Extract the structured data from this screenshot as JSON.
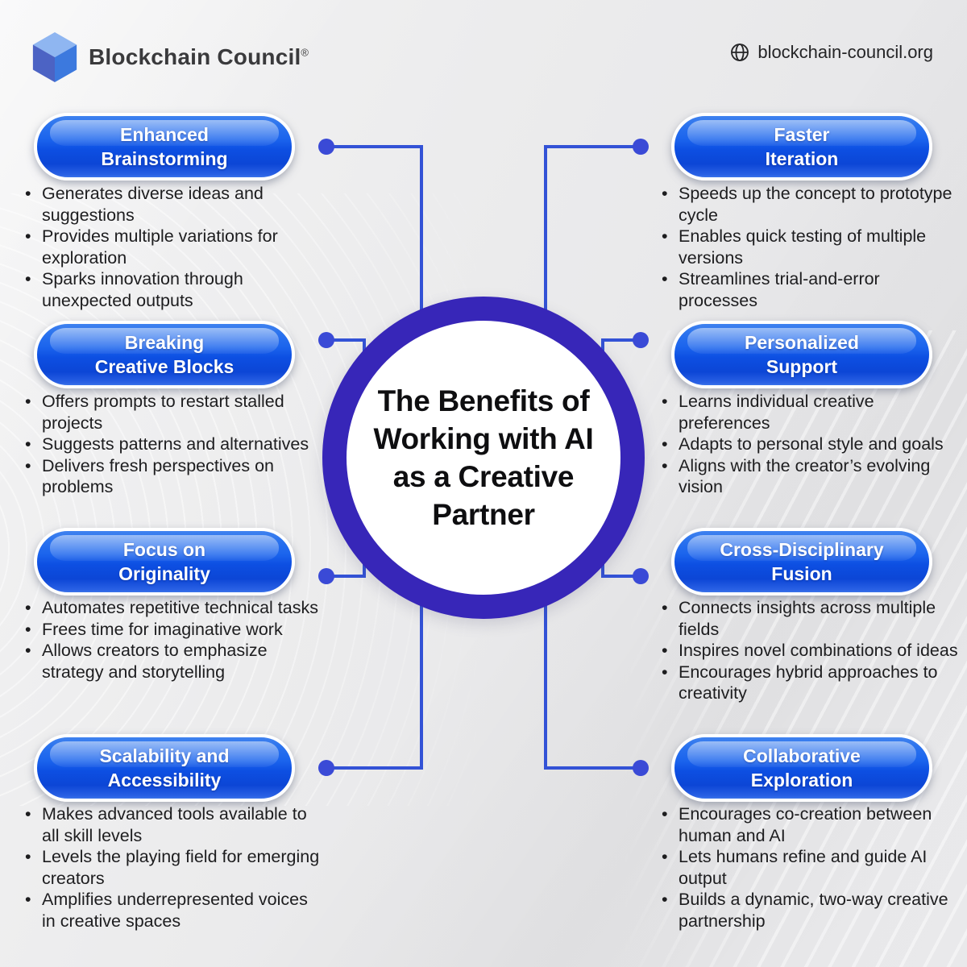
{
  "header": {
    "brand": "Blockchain Council",
    "registered": "®",
    "website": "blockchain-council.org"
  },
  "center_title": {
    "lines": [
      "The Benefits of",
      "Working with AI",
      "as a Creative",
      "Partner"
    ]
  },
  "colors": {
    "pill_blue": "#1660ec",
    "pill_blue_dark": "#0c46d6",
    "ring_indigo": "#3726b8",
    "connector_line": "#3352d6",
    "connector_dot": "#3a4ad6",
    "background": "#ededee",
    "text_dark": "#1d1d1f"
  },
  "benefits": {
    "left": [
      {
        "title_line1": "Enhanced",
        "title_line2": "Brainstorming",
        "bullets": [
          "Generates diverse ideas and suggestions",
          "Provides multiple variations for exploration",
          "Sparks innovation through unexpected outputs"
        ]
      },
      {
        "title_line1": "Breaking",
        "title_line2": "Creative Blocks",
        "bullets": [
          "Offers prompts to restart stalled projects",
          "Suggests patterns and alternatives",
          "Delivers fresh perspectives on problems"
        ]
      },
      {
        "title_line1": "Focus on",
        "title_line2": "Originality",
        "bullets": [
          "Automates repetitive technical tasks",
          "Frees time for imaginative work",
          "Allows creators to emphasize strategy and storytelling"
        ]
      },
      {
        "title_line1": "Scalability and",
        "title_line2": "Accessibility",
        "bullets": [
          "Makes advanced tools available to all skill levels",
          "Levels the playing field for emerging creators",
          "Amplifies underrepresented voices in creative spaces"
        ]
      }
    ],
    "right": [
      {
        "title_line1": "Faster",
        "title_line2": "Iteration",
        "bullets": [
          "Speeds up the concept to prototype cycle",
          "Enables quick testing of multiple versions",
          "Streamlines trial-and-error processes"
        ]
      },
      {
        "title_line1": "Personalized",
        "title_line2": "Support",
        "bullets": [
          "Learns individual creative preferences",
          "Adapts to personal style and goals",
          "Aligns with the creator’s evolving vision"
        ]
      },
      {
        "title_line1": "Cross-Disciplinary",
        "title_line2": "Fusion",
        "bullets": [
          "Connects insights across multiple fields",
          "Inspires novel combinations of ideas",
          "Encourages hybrid approaches to creativity"
        ]
      },
      {
        "title_line1": "Collaborative",
        "title_line2": "Exploration",
        "bullets": [
          "Encourages co-creation between human and AI",
          "Lets humans refine and guide AI output",
          "Builds a dynamic, two-way creative partnership"
        ]
      }
    ]
  }
}
